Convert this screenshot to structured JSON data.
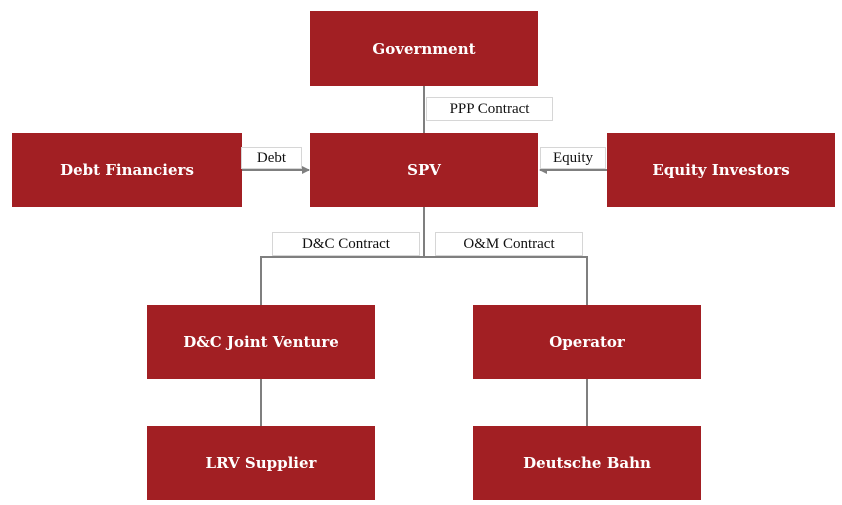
{
  "diagram": {
    "nodes": {
      "government": "Government",
      "spv": "SPV",
      "debt_financiers": "Debt Financiers",
      "equity_investors": "Equity Investors",
      "dc_joint_venture": "D&C Joint Venture",
      "operator": "Operator",
      "lrv_supplier": "LRV Supplier",
      "deutsche_bahn": "Deutsche Bahn"
    },
    "edge_labels": {
      "ppp_contract": "PPP Contract",
      "debt": "Debt",
      "equity": "Equity",
      "dc_contract": "D&C Contract",
      "om_contract": "O&M Contract"
    },
    "colors": {
      "box_fill": "#a21f23",
      "box_text": "#ffffff",
      "connector": "#7f7f7f"
    }
  }
}
